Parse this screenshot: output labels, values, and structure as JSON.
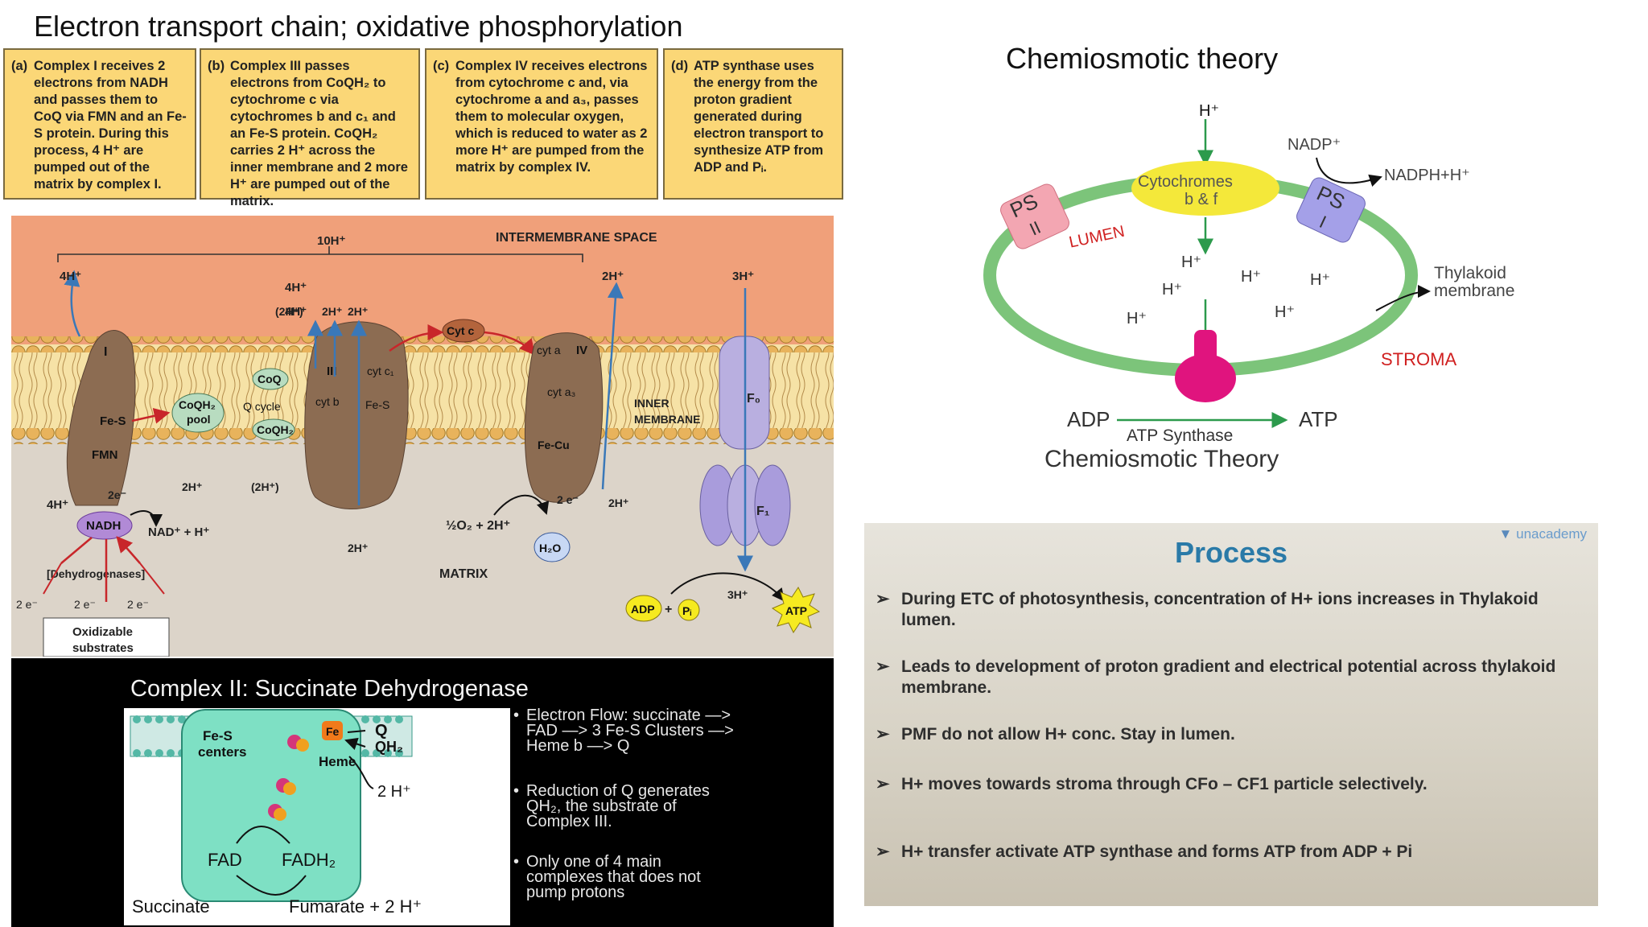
{
  "slide_title": "Electron transport chain; oxidative phosphorylation",
  "boxes": [
    {
      "label": "(a)",
      "text": "Complex I receives 2 electrons from NADH and passes them to CoQ via FMN and an Fe-S protein. During this process, 4 H⁺ are pumped out of the matrix by complex I."
    },
    {
      "label": "(b)",
      "text": "Complex III passes electrons from CoQH₂ to cytochrome c via cytochromes b and c₁ and an Fe-S protein. CoQH₂ carries 2 H⁺ across the inner membrane and 2 more H⁺ are pumped out of the matrix."
    },
    {
      "label": "(c)",
      "text": "Complex IV receives electrons from cytochrome c and, via cytochrome a and a₃, passes them to molecular oxygen, which is reduced to water as 2 more H⁺ are pumped from the matrix by complex IV."
    },
    {
      "label": "(d)",
      "text": "ATP synthase uses the energy from the proton gradient generated during electron transport to synthesize ATP from ADP and Pᵢ."
    }
  ],
  "etc": {
    "intermembrane": "INTERMEMBRANE SPACE",
    "total_h": "10H⁺",
    "h4a": "4H⁺",
    "h4b": "4H⁺",
    "h2c": "2H⁺",
    "h3d": "3H⁺",
    "h2paren": "(2H⁺)",
    "h2x": "2H⁺",
    "h2y": "2H⁺",
    "complex1": "I",
    "complex3": "III",
    "complex4": "IV",
    "fes1": "Fe-S",
    "fmn": "FMN",
    "coq": "CoQ",
    "qcycle": "Q cycle",
    "coqh2_pool_1": "CoQH₂",
    "coqh2_pool_2": "pool",
    "coqh2": "CoQH₂",
    "cytb": "cyt b",
    "cytc1": "cyt c₁",
    "fes3": "Fe-S",
    "cytc": "Cyt c",
    "cyta": "cyt a",
    "cyta3": "cyt a₃",
    "fecu": "Fe-Cu",
    "inner_membrane_1": "INNER",
    "inner_membrane_2": "MEMBRANE",
    "f0": "F₀",
    "f1": "F₁",
    "matrix_h4": "4H⁺",
    "matrix_2e": "2e⁻",
    "nadh": "NADH",
    "nadplus": "NAD⁺ + H⁺",
    "matrix_2h1": "2H⁺",
    "matrix_2h2": "(2H⁺)",
    "matrix_2h3": "2H⁺",
    "matrix_2h4": "2H⁺",
    "c4_2e": "2 e⁻",
    "oxygen": "½O₂ + 2H⁺",
    "water": "H₂O",
    "matrix": "MATRIX",
    "matrix_3h": "3H⁺",
    "adp": "ADP",
    "plus": "+",
    "pi": "Pᵢ",
    "atp": "ATP",
    "dehydrogenases": "[Dehydrogenases]",
    "e_left": "2 e⁻",
    "e_mid": "2 e⁻",
    "e_right": "2 e⁻",
    "oxidizable_1": "Oxidizable",
    "oxidizable_2": "substrates"
  },
  "complex2": {
    "title": "Complex II: Succinate Dehydrogenase",
    "fes_1": "Fe-S",
    "fes_2": "centers",
    "fe": "Fe",
    "heme": "Heme",
    "q": "Q",
    "qh2": "QH₂",
    "h2": "2 H⁺",
    "fad": "FAD",
    "fadh2": "FADH₂",
    "succinate": "Succinate",
    "fumarate": "Fumarate + 2 H⁺",
    "bullets": [
      "Electron Flow: succinate —> FAD —> 3 Fe-S Clusters —> Heme b —> Q",
      "Reduction of Q generates QH₂, the substrate of Complex III.",
      "Only one of 4 main complexes that does not pump protons"
    ]
  },
  "chemio": {
    "title": "Chemiosmotic theory",
    "h_top": "H⁺",
    "nadp": "NADP⁺",
    "nadph": "NADPH+H⁺",
    "cytochromes_1": "Cytochromes",
    "cytochromes_2": "b & f",
    "ps2_1": "PS",
    "ps2_2": "II",
    "ps1_1": "PS",
    "ps1_2": "I",
    "lumen": "LUMEN",
    "h": "H⁺",
    "thylakoid_1": "Thylakoid",
    "thylakoid_2": "membrane",
    "stroma": "STROMA",
    "adp": "ADP",
    "atp": "ATP",
    "synthase": "ATP Synthase",
    "caption": "Chemiosmotic Theory"
  },
  "process": {
    "title": "Process",
    "brand": "unacademy",
    "marker": "➢",
    "bullets": [
      "During ETC of photosynthesis, concentration of H+ ions increases in Thylakoid lumen.",
      "Leads to development of proton gradient and electrical potential across thylakoid membrane.",
      "PMF do not allow H+ conc. Stay in lumen.",
      "H+ moves towards stroma through CFo – CF1 particle selectively.",
      "H+ transfer activate ATP synthase and forms ATP from ADP + Pi"
    ]
  },
  "colors": {
    "box_bg": "#fbd777",
    "intermembrane": "#f0a07a",
    "matrix": "#d9d2c8",
    "membrane_head": "#e7b660",
    "protein": "#8c6c52",
    "atp_synthase": "#b9afe0",
    "arrow_blue": "#3a78b8",
    "arrow_red": "#c8262a",
    "thylakoid_green": "#7cc47a",
    "atp_synthase_pink": "#e0147e"
  }
}
